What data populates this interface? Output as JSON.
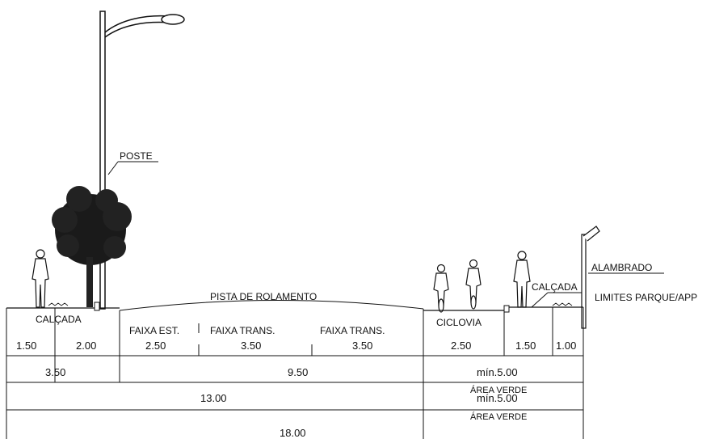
{
  "labels": {
    "poste": "POSTE",
    "alambrado": "ALAMBRADO",
    "limites": "LIMITES PARQUE/APP",
    "pista": "PISTA DE ROLAMENTO",
    "calcada_left": "CALÇADA",
    "calcada_right": "CALÇADA",
    "faixa_est": "FAIXA EST.",
    "faixa_trans_1": "FAIXA TRANS.",
    "faixa_trans_2": "FAIXA TRANS.",
    "ciclovia": "CICLOVIA"
  },
  "segments": {
    "s1": "1.50",
    "s2": "2.00",
    "s3": "2.50",
    "s4": "3.50",
    "s5": "3.50",
    "s6": "2.50",
    "s7": "1.50",
    "s8": "1.00"
  },
  "totals": {
    "calcada_total": "3.50",
    "pista_total": "9.50",
    "min_1": "mín.5.00",
    "area_verde_1": "ÁREA VERDE",
    "total_13": "13.00",
    "min_2": "mín.5.00",
    "area_verde_2": "ÁREA VERDE",
    "total_18": "18.00"
  },
  "icons": [
    "street-lamp-icon",
    "tree-icon",
    "pedestrian-icon",
    "cyclist-icon",
    "fence-icon"
  ]
}
